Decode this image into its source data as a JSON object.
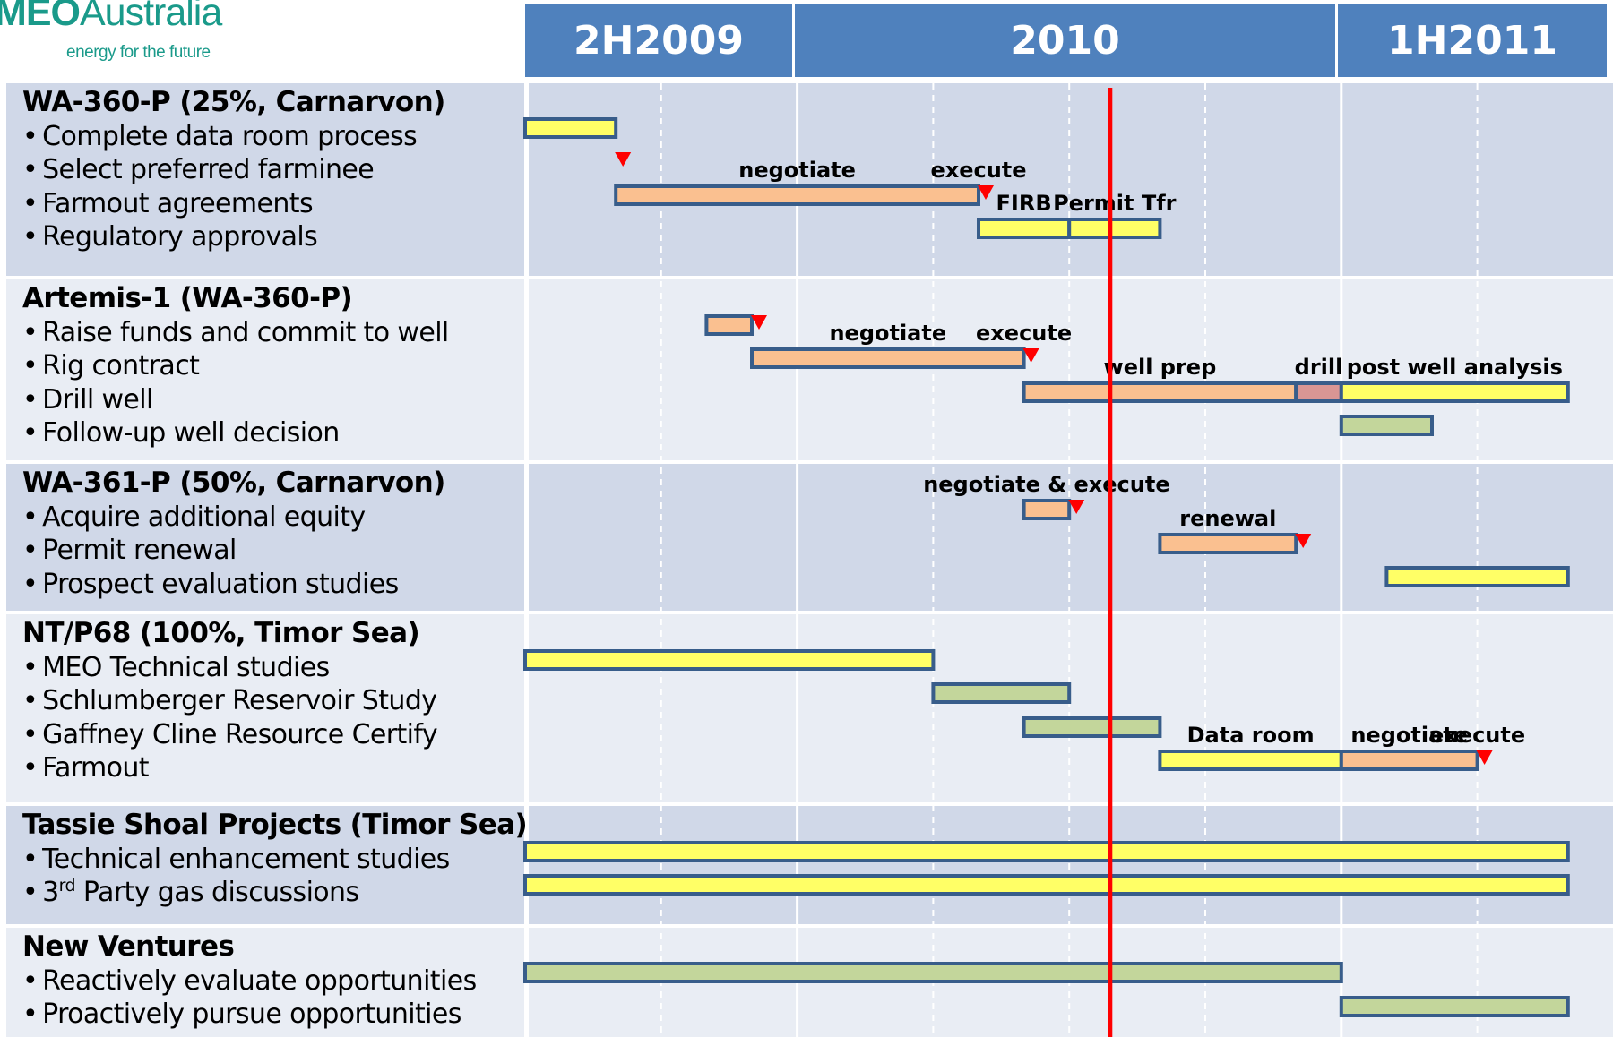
{
  "logo": {
    "name": "MEOAustralia",
    "tagline": "energy for the future"
  },
  "periods": [
    "2H2009",
    "2010",
    "1H2011"
  ],
  "colors": {
    "header": "#4f81bd",
    "band_dark": "#d0d8e8",
    "band_light": "#e9edf4",
    "yellow": "#ffff66",
    "orange": "#fac090",
    "green": "#c3d69b",
    "drill": "#d99694",
    "outline": "#385d8a",
    "milestone": "#ff0000",
    "today_line": "#ff0000"
  },
  "groups": [
    {
      "title": "WA-360-P (25%, Carnarvon)",
      "tasks": [
        {
          "text": "Complete data room process"
        },
        {
          "text": "Select preferred farminee"
        },
        {
          "text": "Farmout agreements"
        },
        {
          "text": "Regulatory approvals"
        }
      ]
    },
    {
      "title": "Artemis-1 (WA-360-P)",
      "tasks": [
        {
          "text": "Raise funds and commit to well"
        },
        {
          "text": "Rig contract"
        },
        {
          "text": "Drill well"
        },
        {
          "text": "Follow-up well decision"
        }
      ]
    },
    {
      "title": "WA-361-P (50%, Carnarvon)",
      "tasks": [
        {
          "text": "Acquire additional equity"
        },
        {
          "text": "Permit renewal"
        },
        {
          "text": "Prospect evaluation studies"
        }
      ]
    },
    {
      "title": "NT/P68 (100%, Timor Sea)",
      "tasks": [
        {
          "text": "MEO Technical studies"
        },
        {
          "text": "Schlumberger Reservoir Study"
        },
        {
          "text": "Gaffney Cline Resource Certify"
        },
        {
          "text": "Farmout"
        }
      ]
    },
    {
      "title": "Tassie Shoal Projects (Timor Sea)",
      "tasks": [
        {
          "text": "Technical enhancement studies"
        },
        {
          "text": "Party gas discussions",
          "prefix": "3",
          "sup": "rd"
        }
      ]
    },
    {
      "title": "New Ventures",
      "tasks": [
        {
          "text": "Reactively evaluate opportunities"
        },
        {
          "text": "Proactively pursue opportunities"
        }
      ]
    }
  ],
  "chart_data": {
    "type": "gantt",
    "time_unit": "month",
    "time_axis": [
      {
        "label": "2H2009",
        "start": "2009-07",
        "end": "2009-12"
      },
      {
        "label": "2010",
        "start": "2010-01",
        "end": "2010-12"
      },
      {
        "label": "1H2011",
        "start": "2011-01",
        "end": "2011-06"
      }
    ],
    "today_marker": "2010-08",
    "bars": [
      {
        "group": 0,
        "task": 0,
        "start": "2009-07",
        "end": "2009-09",
        "color": "yellow"
      },
      {
        "group": 0,
        "task": 2,
        "start": "2009-09",
        "end": "2010-05",
        "color": "orange",
        "label": "negotiate"
      },
      {
        "group": 0,
        "task": 3,
        "start": "2010-05",
        "end": "2010-07",
        "color": "yellow",
        "label": "FIRB"
      },
      {
        "group": 0,
        "task": 3,
        "start": "2010-07",
        "end": "2010-09",
        "color": "yellow",
        "label": "Permit Tfr"
      },
      {
        "group": 1,
        "task": 0,
        "start": "2009-11",
        "end": "2009-12",
        "color": "orange"
      },
      {
        "group": 1,
        "task": 1,
        "start": "2009-12",
        "end": "2010-06",
        "color": "orange",
        "label": "negotiate"
      },
      {
        "group": 1,
        "task": 2,
        "start": "2010-06",
        "end": "2010-12",
        "color": "orange",
        "label": "well prep"
      },
      {
        "group": 1,
        "task": 2,
        "start": "2010-12",
        "end": "2011-01",
        "color": "drill",
        "label": "drill"
      },
      {
        "group": 1,
        "task": 2,
        "start": "2011-01",
        "end": "2011-06",
        "color": "yellow",
        "label": "post well analysis"
      },
      {
        "group": 1,
        "task": 3,
        "start": "2011-01",
        "end": "2011-03",
        "color": "green"
      },
      {
        "group": 2,
        "task": 0,
        "start": "2010-06",
        "end": "2010-07",
        "color": "orange",
        "label": "negotiate & execute"
      },
      {
        "group": 2,
        "task": 1,
        "start": "2010-09",
        "end": "2010-12",
        "color": "orange",
        "label": "renewal"
      },
      {
        "group": 2,
        "task": 2,
        "start": "2011-02",
        "end": "2011-06",
        "color": "yellow"
      },
      {
        "group": 3,
        "task": 0,
        "start": "2009-07",
        "end": "2010-04",
        "color": "yellow"
      },
      {
        "group": 3,
        "task": 1,
        "start": "2010-04",
        "end": "2010-07",
        "color": "green"
      },
      {
        "group": 3,
        "task": 2,
        "start": "2010-06",
        "end": "2010-09",
        "color": "green"
      },
      {
        "group": 3,
        "task": 3,
        "start": "2010-09",
        "end": "2011-01",
        "color": "yellow",
        "label": "Data room"
      },
      {
        "group": 3,
        "task": 3,
        "start": "2011-01",
        "end": "2011-04",
        "color": "orange",
        "label": "negotiate"
      },
      {
        "group": 4,
        "task": 0,
        "start": "2009-07",
        "end": "2011-06",
        "color": "yellow"
      },
      {
        "group": 4,
        "task": 1,
        "start": "2009-07",
        "end": "2011-06",
        "color": "yellow"
      },
      {
        "group": 5,
        "task": 0,
        "start": "2009-07",
        "end": "2011-01",
        "color": "green"
      },
      {
        "group": 5,
        "task": 1,
        "start": "2011-01",
        "end": "2011-06",
        "color": "green"
      }
    ],
    "milestones": [
      {
        "group": 0,
        "task": 1,
        "date": "2009-09"
      },
      {
        "group": 0,
        "task": 2,
        "date": "2010-05",
        "label": "execute"
      },
      {
        "group": 1,
        "task": 0,
        "date": "2009-12"
      },
      {
        "group": 1,
        "task": 1,
        "date": "2010-06",
        "label": "execute"
      },
      {
        "group": 2,
        "task": 0,
        "date": "2010-07"
      },
      {
        "group": 2,
        "task": 1,
        "date": "2010-12"
      },
      {
        "group": 3,
        "task": 3,
        "date": "2011-04",
        "label": "execute"
      }
    ]
  }
}
